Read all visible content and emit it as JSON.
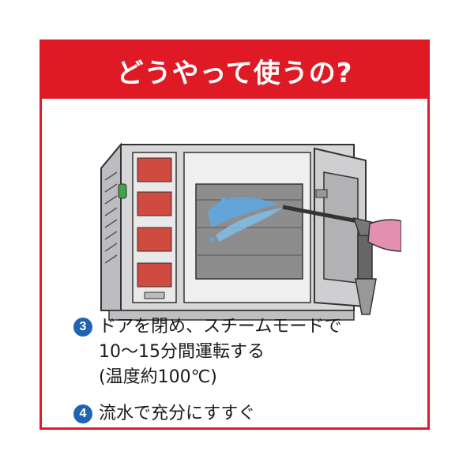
{
  "banner": {
    "title": "どうやって使うの?",
    "color": "#e01a25"
  },
  "illustration": {
    "subject": "steam oven being rinsed with a water hose"
  },
  "steps": [
    {
      "number": "3",
      "lines": [
        "ドアを閉め、スチームモードで",
        "10〜15分間運転する",
        "(温度約100℃)"
      ]
    },
    {
      "number": "4",
      "lines": [
        "流水で充分にすすぐ"
      ]
    }
  ],
  "colors": {
    "frame": "#e01a25",
    "badge": "#1f63b5",
    "text": "#1a1a1a"
  }
}
